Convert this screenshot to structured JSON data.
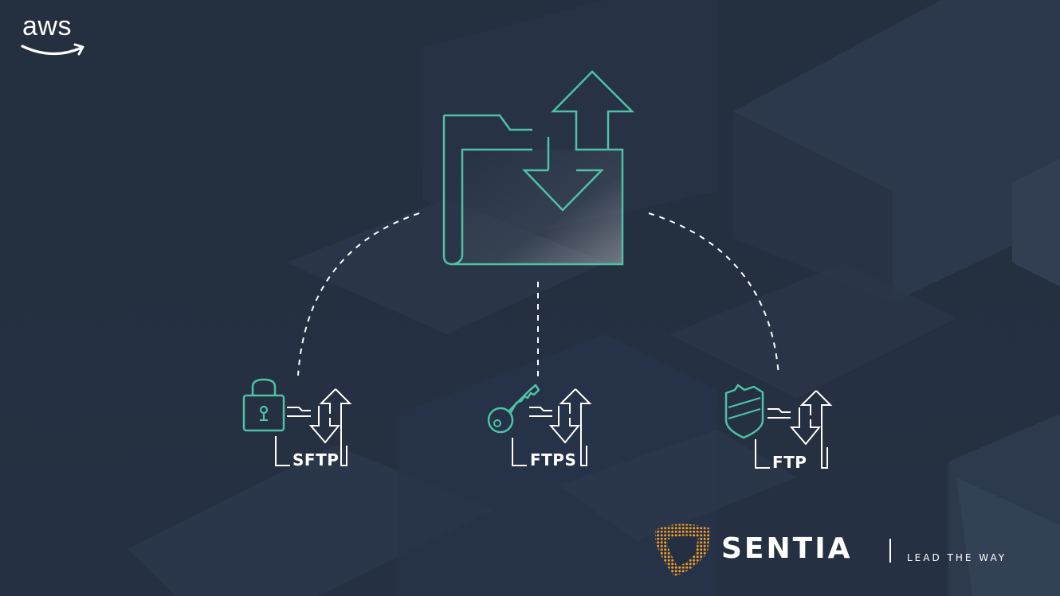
{
  "header": {
    "aws_logo_text": "aws"
  },
  "protocols": [
    {
      "label": "SFTP",
      "icon": "padlock-icon"
    },
    {
      "label": "FTPS",
      "icon": "key-icon"
    },
    {
      "label": "FTP",
      "icon": "shield-icon"
    }
  ],
  "footer": {
    "brand_name": "SENTIA",
    "tagline": "LEAD THE WAY"
  },
  "colors": {
    "background": "#232f3e",
    "accent_teal": "#4fc1a6",
    "text": "#ffffff",
    "brand_orange": "#f59a23"
  }
}
